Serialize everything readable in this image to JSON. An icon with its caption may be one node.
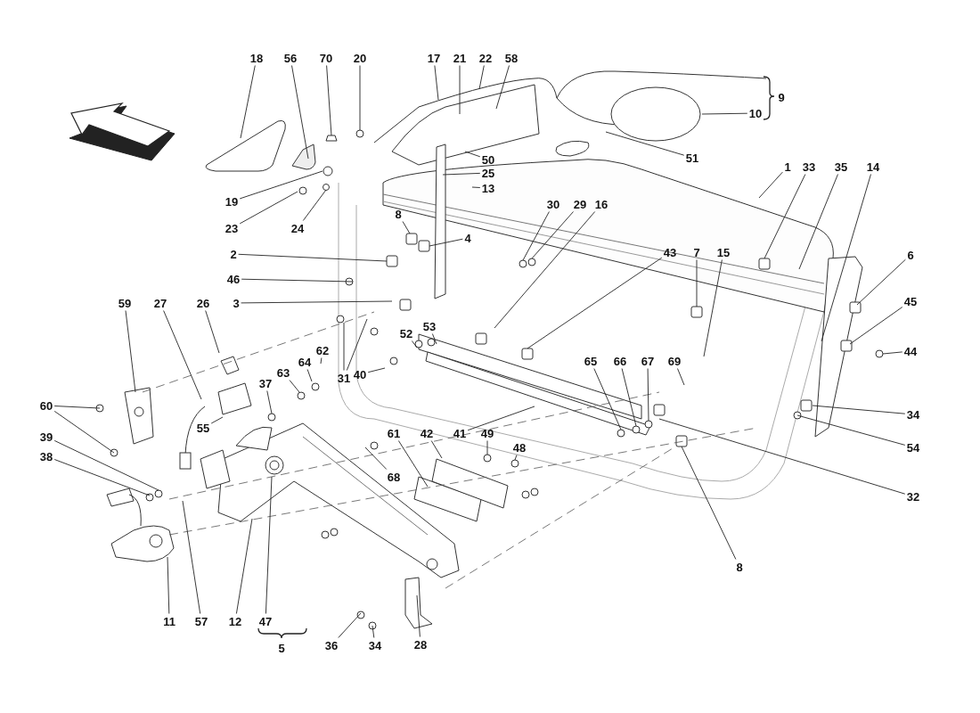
{
  "diagram": {
    "nodes": [
      {
        "text": [
          "18"
        ]
      },
      {
        "text": [
          "56"
        ]
      },
      {
        "text": [
          "70"
        ]
      },
      {
        "text": [
          "20"
        ]
      },
      {
        "text": [
          "17"
        ]
      },
      {
        "text": [
          "21"
        ]
      },
      {
        "text": [
          "22"
        ]
      },
      {
        "text": [
          "58"
        ]
      },
      {
        "text": [
          "10"
        ]
      },
      {
        "text": [
          "51"
        ]
      },
      {
        "text": [
          "50"
        ]
      },
      {
        "text": [
          "25"
        ]
      },
      {
        "text": [
          "13"
        ]
      },
      {
        "text": [
          "1"
        ]
      },
      {
        "text": [
          "33"
        ]
      },
      {
        "text": [
          "35"
        ]
      },
      {
        "text": [
          "14"
        ]
      },
      {
        "text": [
          "19"
        ]
      },
      {
        "text": [
          "23"
        ]
      },
      {
        "text": [
          "24"
        ]
      },
      {
        "text": [
          "30"
        ]
      },
      {
        "text": [
          "29"
        ]
      },
      {
        "text": [
          "16"
        ]
      },
      {
        "text": [
          "8"
        ]
      },
      {
        "text": [
          "4"
        ]
      },
      {
        "text": [
          "43"
        ]
      },
      {
        "text": [
          "7"
        ]
      },
      {
        "text": [
          "15"
        ]
      },
      {
        "text": [
          "6"
        ]
      },
      {
        "text": [
          "2"
        ]
      },
      {
        "text": [
          "46"
        ]
      },
      {
        "text": [
          "3"
        ]
      },
      {
        "text": [
          "45"
        ]
      },
      {
        "text": [
          "59"
        ]
      },
      {
        "text": [
          "27"
        ]
      },
      {
        "text": [
          "26"
        ]
      },
      {
        "text": [
          "52"
        ]
      },
      {
        "text": [
          "53"
        ]
      },
      {
        "text": [
          "44"
        ]
      },
      {
        "text": [
          "62"
        ]
      },
      {
        "text": [
          "64"
        ]
      },
      {
        "text": [
          "63"
        ]
      },
      {
        "text": [
          "31"
        ]
      },
      {
        "text": [
          "40"
        ]
      },
      {
        "text": [
          "65"
        ]
      },
      {
        "text": [
          "66"
        ]
      },
      {
        "text": [
          "67"
        ]
      },
      {
        "text": [
          "69"
        ]
      },
      {
        "text": [
          "37"
        ]
      },
      {
        "text": [
          "60"
        ]
      },
      {
        "text": [
          "34"
        ]
      },
      {
        "text": [
          "55"
        ]
      },
      {
        "text": [
          "61"
        ]
      },
      {
        "text": [
          "42"
        ]
      },
      {
        "text": [
          "41"
        ]
      },
      {
        "text": [
          "49"
        ]
      },
      {
        "text": [
          "39"
        ]
      },
      {
        "text": [
          "54"
        ]
      },
      {
        "text": [
          "48"
        ]
      },
      {
        "text": [
          "38"
        ]
      },
      {
        "text": [
          "68"
        ]
      },
      {
        "text": [
          "32"
        ]
      },
      {
        "text": [
          "8"
        ]
      },
      {
        "text": [
          "11"
        ]
      },
      {
        "text": [
          "57"
        ]
      },
      {
        "text": [
          "12"
        ]
      },
      {
        "text": [
          "47"
        ]
      },
      {
        "text": [
          "36"
        ]
      },
      {
        "text": [
          "34"
        ]
      },
      {
        "text": [
          "28"
        ]
      }
    ],
    "edges": [
      {
        "from": 0,
        "to": null,
        "arrow": "none"
      },
      {
        "from": 1,
        "to": null,
        "arrow": "none"
      },
      {
        "from": 2,
        "to": null,
        "arrow": "none"
      },
      {
        "from": 3,
        "to": null,
        "arrow": "none"
      },
      {
        "from": 4,
        "to": null,
        "arrow": "none"
      },
      {
        "from": 5,
        "to": null,
        "arrow": "none"
      },
      {
        "from": 6,
        "to": null,
        "arrow": "none"
      },
      {
        "from": 7,
        "to": null,
        "arrow": "none"
      },
      {
        "from": 8,
        "to": null,
        "arrow": "none"
      },
      {
        "from": 9,
        "to": null,
        "arrow": "none"
      },
      {
        "from": 10,
        "to": null,
        "arrow": "none"
      },
      {
        "from": 11,
        "to": null,
        "arrow": "none"
      },
      {
        "from": 12,
        "to": null,
        "arrow": "none"
      },
      {
        "from": 13,
        "to": null,
        "arrow": "none"
      },
      {
        "from": 14,
        "to": null,
        "arrow": "none"
      },
      {
        "from": 15,
        "to": null,
        "arrow": "none"
      },
      {
        "from": 16,
        "to": null,
        "arrow": "none"
      },
      {
        "from": 17,
        "to": null,
        "arrow": "none"
      },
      {
        "from": 18,
        "to": null,
        "arrow": "none"
      },
      {
        "from": 19,
        "to": null,
        "arrow": "none"
      },
      {
        "from": 20,
        "to": null,
        "arrow": "none"
      },
      {
        "from": 21,
        "to": null,
        "arrow": "none"
      },
      {
        "from": 22,
        "to": null,
        "arrow": "none"
      },
      {
        "from": 23,
        "to": null,
        "arrow": "none"
      },
      {
        "from": 24,
        "to": null,
        "arrow": "none"
      },
      {
        "from": 25,
        "to": null,
        "arrow": "none"
      },
      {
        "from": 26,
        "to": null,
        "arrow": "none"
      },
      {
        "from": 27,
        "to": null,
        "arrow": "none"
      },
      {
        "from": 28,
        "to": null,
        "arrow": "none"
      },
      {
        "from": 29,
        "to": null,
        "arrow": "none"
      },
      {
        "from": 30,
        "to": null,
        "arrow": "none"
      },
      {
        "from": 31,
        "to": null,
        "arrow": "none"
      },
      {
        "from": 32,
        "to": null,
        "arrow": "none"
      },
      {
        "from": 33,
        "to": null,
        "arrow": "none"
      },
      {
        "from": 34,
        "to": null,
        "arrow": "none"
      },
      {
        "from": 35,
        "to": null,
        "arrow": "none"
      },
      {
        "from": 36,
        "to": null,
        "arrow": "none"
      },
      {
        "from": 37,
        "to": null,
        "arrow": "none"
      },
      {
        "from": 38,
        "to": null,
        "arrow": "none"
      },
      {
        "from": 39,
        "to": null,
        "arrow": "none"
      },
      {
        "from": 40,
        "to": null,
        "arrow": "none"
      },
      {
        "from": 41,
        "to": null,
        "arrow": "none"
      },
      {
        "from": 42,
        "to": null,
        "arrow": "none"
      },
      {
        "from": 42,
        "to": null,
        "arrow": "none"
      },
      {
        "from": 43,
        "to": null,
        "arrow": "none"
      },
      {
        "from": 44,
        "to": null,
        "arrow": "none"
      },
      {
        "from": 45,
        "to": null,
        "arrow": "none"
      },
      {
        "from": 46,
        "to": null,
        "arrow": "none"
      },
      {
        "from": 47,
        "to": null,
        "arrow": "none"
      },
      {
        "from": 48,
        "to": null,
        "arrow": "none"
      },
      {
        "from": 49,
        "to": null,
        "arrow": "none"
      },
      {
        "from": 49,
        "to": null,
        "arrow": "none"
      },
      {
        "from": 50,
        "to": null,
        "arrow": "none"
      },
      {
        "from": 51,
        "to": null,
        "arrow": "none"
      },
      {
        "from": 52,
        "to": null,
        "arrow": "none"
      },
      {
        "from": 53,
        "to": null,
        "arrow": "none"
      },
      {
        "from": 54,
        "to": null,
        "arrow": "none"
      },
      {
        "from": 55,
        "to": null,
        "arrow": "none"
      },
      {
        "from": 56,
        "to": null,
        "arrow": "none"
      },
      {
        "from": 57,
        "to": null,
        "arrow": "none"
      },
      {
        "from": 58,
        "to": null,
        "arrow": "none"
      },
      {
        "from": 59,
        "to": null,
        "arrow": "none"
      },
      {
        "from": 60,
        "to": null,
        "arrow": "none"
      },
      {
        "from": 61,
        "to": null,
        "arrow": "none"
      },
      {
        "from": 62,
        "to": null,
        "arrow": "none"
      },
      {
        "from": 63,
        "to": null,
        "arrow": "none"
      },
      {
        "from": 64,
        "to": null,
        "arrow": "none"
      },
      {
        "from": 65,
        "to": null,
        "arrow": "none"
      },
      {
        "from": 66,
        "to": null,
        "arrow": "none"
      },
      {
        "from": 67,
        "to": null,
        "arrow": "none"
      },
      {
        "from": 68,
        "to": null,
        "arrow": "none"
      },
      {
        "from": 69,
        "to": null,
        "arrow": "none"
      }
    ],
    "labels": [
      "9",
      "5"
    ]
  }
}
